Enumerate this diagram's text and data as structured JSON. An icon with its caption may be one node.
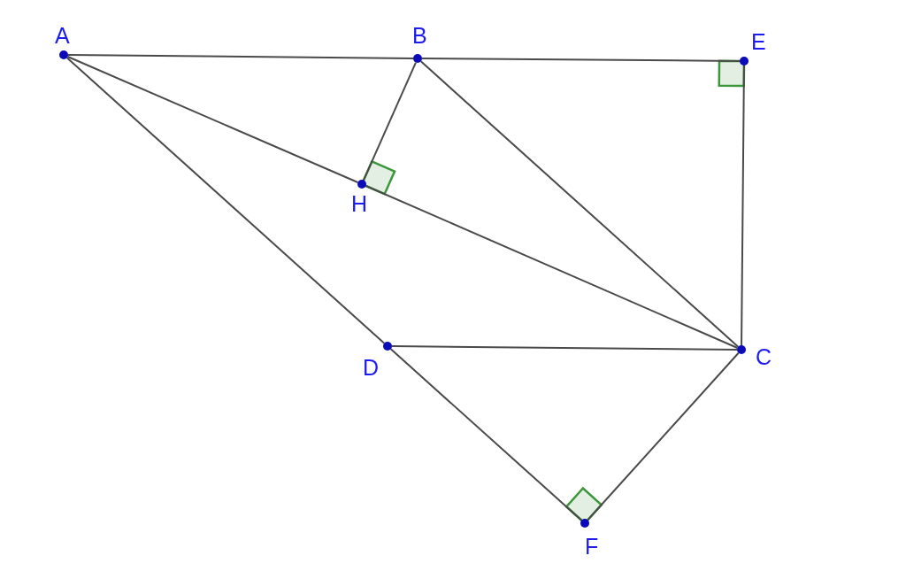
{
  "diagram": {
    "nodes": [
      {
        "text": [
          "A"
        ]
      },
      {
        "text": [
          "B"
        ]
      },
      {
        "text": [
          "E"
        ]
      },
      {
        "text": [
          "H"
        ]
      },
      {
        "text": [
          "C"
        ]
      },
      {
        "text": [
          "D"
        ]
      },
      {
        "text": [
          "F"
        ]
      }
    ],
    "edges": [
      {
        "from": 0,
        "to": 1,
        "arrow": "none"
      },
      {
        "from": 1,
        "to": 2,
        "arrow": "none"
      },
      {
        "from": 2,
        "to": 4,
        "arrow": "none"
      },
      {
        "from": 0,
        "to": 3,
        "arrow": "none"
      },
      {
        "from": 3,
        "to": 4,
        "arrow": "none"
      },
      {
        "from": 1,
        "to": 3,
        "arrow": "none"
      },
      {
        "from": 1,
        "to": 4,
        "arrow": "none"
      },
      {
        "from": 0,
        "to": 5,
        "arrow": "none"
      },
      {
        "from": 5,
        "to": 6,
        "arrow": "none"
      },
      {
        "from": 5,
        "to": 4,
        "arrow": "none"
      },
      {
        "from": 4,
        "to": 6,
        "arrow": "none"
      }
    ]
  }
}
